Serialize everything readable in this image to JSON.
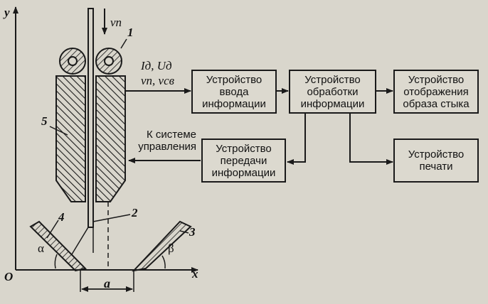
{
  "blocks": {
    "input": "Устройство\nввода\nинформации",
    "processing": "Устройство\nобработки\nинформации",
    "display": "Устройство\nотображения\nобраза стыка",
    "transfer": "Устройство\nпередачи\nинформации",
    "print": "Устройство\nпечати"
  },
  "control_label": "К системе\nуправления",
  "signals": {
    "line1": "Iд, Uд",
    "line2": "vп, vсв"
  },
  "feed_label": "vп",
  "axes": {
    "x": "x",
    "y": "y",
    "origin": "O"
  },
  "angles": {
    "alpha": "α",
    "beta": "β"
  },
  "gap": "a",
  "callouts": {
    "n1": "1",
    "n2": "2",
    "n3": "3",
    "n4": "4",
    "n5": "5"
  }
}
